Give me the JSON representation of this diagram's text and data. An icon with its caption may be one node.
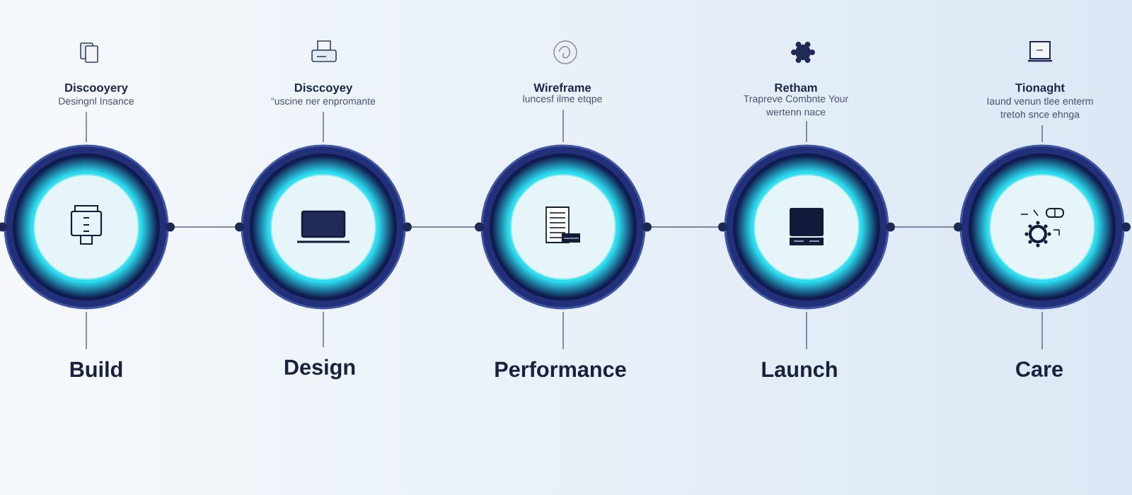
{
  "diagram": {
    "nodes": [
      {
        "text": [
          "Discooyery",
          "Desingnl Insance"
        ]
      },
      {
        "text": [
          "Disccoyey",
          "“uscine ner enpromante"
        ]
      },
      {
        "text": [
          "Wireframe",
          "luncesf ilme etqpe"
        ]
      },
      {
        "text": [
          "Retham",
          "Trapreve Combnte Your wertenn nace"
        ]
      },
      {
        "text": [
          "Tionaght",
          "Iaund venun tlee enterm tretoh snce ehnga"
        ]
      },
      {
        "text": [],
        "shape": "circle"
      },
      {
        "text": [],
        "shape": "circle"
      },
      {
        "text": [],
        "shape": "circle"
      },
      {
        "text": [],
        "shape": "circle"
      },
      {
        "text": [],
        "shape": "circle"
      },
      {
        "text": [
          "Build"
        ]
      },
      {
        "text": [
          "Design"
        ]
      },
      {
        "text": [
          "Performance"
        ]
      },
      {
        "text": [
          "Launch"
        ]
      },
      {
        "text": [
          "Care"
        ]
      }
    ],
    "edges": [
      {
        "from": 0,
        "to": 5,
        "arrow": "none"
      },
      {
        "from": 1,
        "to": 6,
        "arrow": "none"
      },
      {
        "from": 2,
        "to": 7,
        "arrow": "none"
      },
      {
        "from": 3,
        "to": 8,
        "arrow": "none"
      },
      {
        "from": 4,
        "to": 9,
        "arrow": "none"
      },
      {
        "from": 5,
        "to": 6,
        "arrow": "none"
      },
      {
        "from": 6,
        "to": 7,
        "arrow": "none"
      },
      {
        "from": 7,
        "to": 8,
        "arrow": "none"
      },
      {
        "from": 8,
        "to": 9,
        "arrow": "none"
      },
      {
        "from": 5,
        "to": 10,
        "arrow": "none"
      },
      {
        "from": 6,
        "to": 11,
        "arrow": "none"
      },
      {
        "from": 7,
        "to": 12,
        "arrow": "none"
      },
      {
        "from": 8,
        "to": 13,
        "arrow": "none"
      },
      {
        "from": 9,
        "to": 14,
        "arrow": "none"
      }
    ]
  }
}
